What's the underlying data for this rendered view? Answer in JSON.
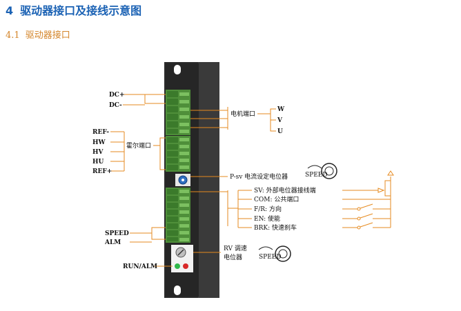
{
  "heading": {
    "number": "4",
    "text": "驱动器接口及接线示意图"
  },
  "subheading": {
    "number": "4.1",
    "text": "驱动器接口"
  },
  "labels": {
    "dc_plus": "DC+",
    "dc_minus": "DC-",
    "ref_minus": "REF-",
    "hw": "HW",
    "hv": "HV",
    "hu": "HU",
    "ref_plus": "REF+",
    "hall_port": "霍尔端口",
    "motor_port": "电机端口",
    "w": "W",
    "v": "V",
    "u": "U",
    "p_sv": "P-sv 电流设定电位器",
    "sv": "SV: 外部电位器接线端",
    "com": "COM: 公共端口",
    "fr": "F/R: 方向",
    "en": "EN: 使能",
    "brk": "BRK: 快速刹车",
    "speed": "SPEED",
    "alm": "ALM",
    "rv_line1": "RV 调速",
    "rv_line2": "电位器",
    "run_alm": "RUN/ALM",
    "knob_speed_top": "SPEED",
    "knob_speed_bottom": "SPEED"
  },
  "colors": {
    "heading": "#1b62b4",
    "subheading": "#d4852a",
    "wire": "#e68a1f",
    "terminal": "#4f8f3a",
    "body": "#2b2b2b",
    "led_green": "#2fb84a",
    "led_red": "#d82828"
  },
  "icons": [
    "potentiometer-icon",
    "speed-dial-icon",
    "led-icon",
    "switch-symbol-icon"
  ]
}
